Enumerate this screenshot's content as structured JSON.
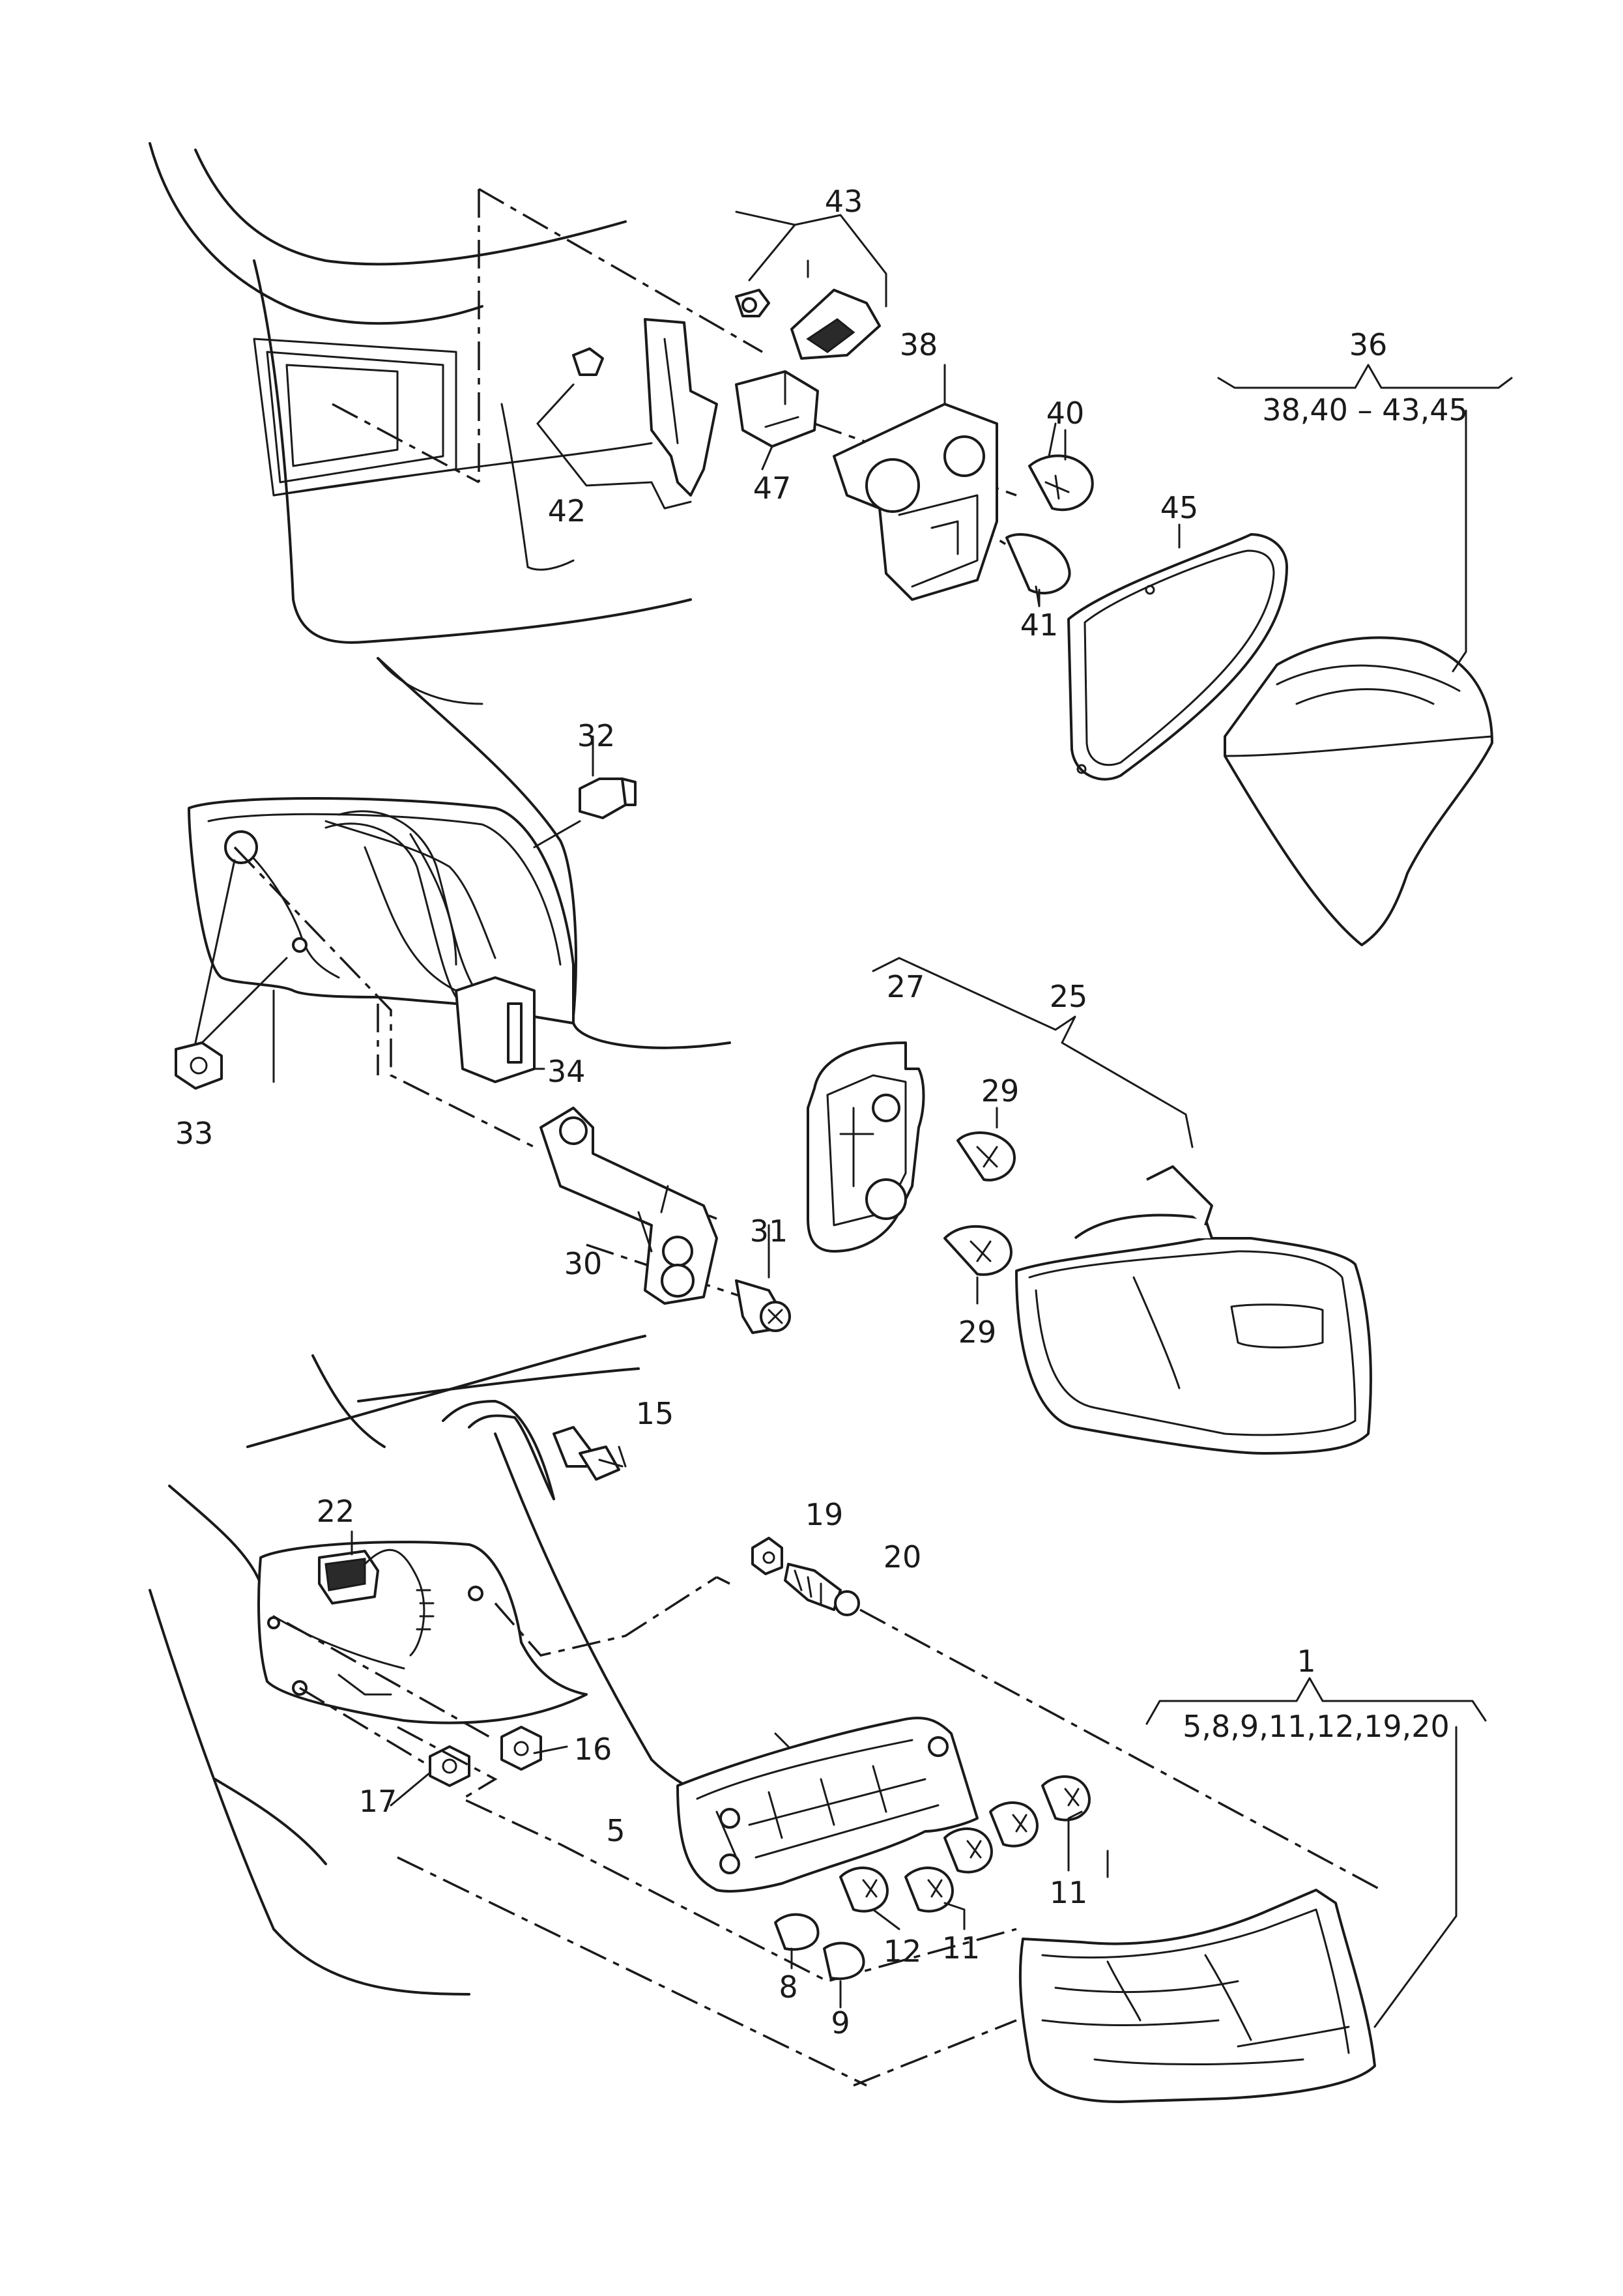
{
  "diagram": {
    "callouts": {
      "c1": "1",
      "c5": "5",
      "c8": "8",
      "c9": "9",
      "c11a": "11",
      "c11b": "11",
      "c12": "12",
      "c15": "15",
      "c16": "16",
      "c17": "17",
      "c19": "19",
      "c20": "20",
      "c22": "22",
      "c25": "25",
      "c27": "27",
      "c29a": "29",
      "c29b": "29",
      "c30": "30",
      "c31": "31",
      "c32": "32",
      "c33": "33",
      "c34": "34",
      "c36": "36",
      "c38": "38",
      "c40": "40",
      "c41": "41",
      "c42": "42",
      "c43": "43",
      "c45": "45",
      "c47": "47"
    },
    "kit_contents": {
      "k36": "38,40 – 43,45",
      "k1": "5,8,9,11,12,19,20"
    }
  }
}
